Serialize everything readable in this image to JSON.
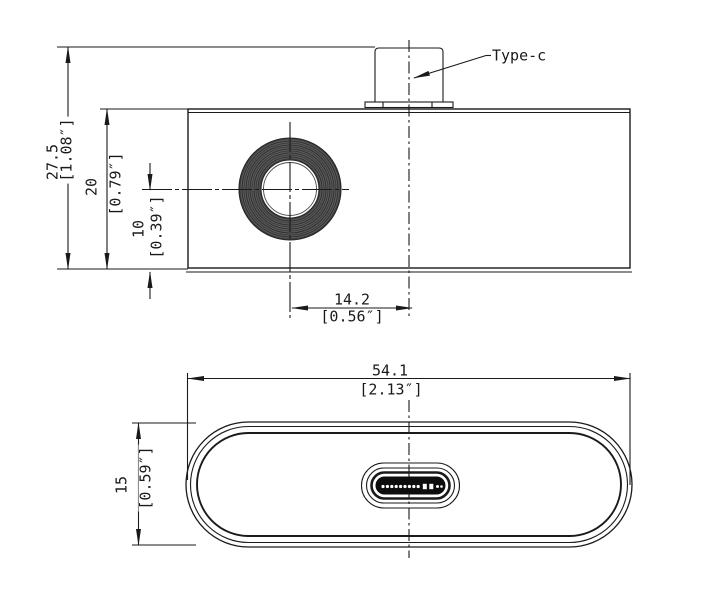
{
  "labels": {
    "connector": "Type-c"
  },
  "dimensions": {
    "overall_height": {
      "mm": "27.5",
      "inch": "[1.08″]"
    },
    "body_height": {
      "mm": "20",
      "inch": "[0.79″]"
    },
    "lens_offset": {
      "mm": "10",
      "inch": "[0.39″]"
    },
    "lens_to_port": {
      "mm": "14.2",
      "inch": "[0.56″]"
    },
    "overall_length": {
      "mm": "54.1",
      "inch": "[2.13″]"
    },
    "depth": {
      "mm": "15",
      "inch": "[0.59″]"
    }
  },
  "colors": {
    "line": "#1a1a1a",
    "lens_ring": "#3f3f3f",
    "port_fill": "#0d0d0d",
    "background": "#ffffff"
  }
}
